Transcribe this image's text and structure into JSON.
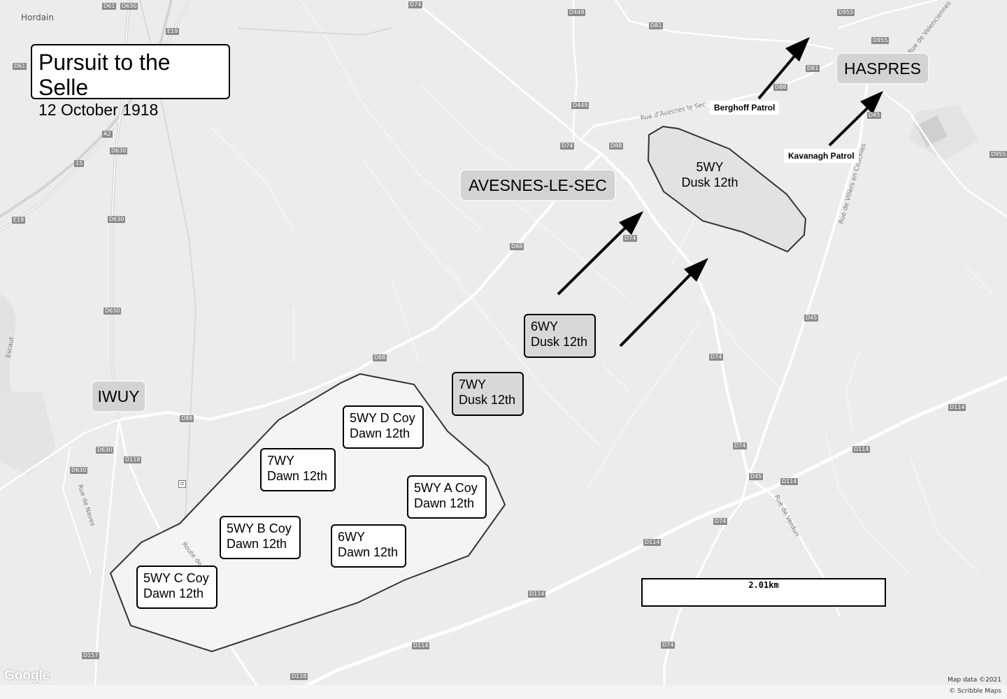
{
  "title": {
    "main": "Pursuit to the Selle",
    "date": "12 October 1918"
  },
  "places": {
    "iwuy": "IWUY",
    "avesnes": "AVESNES-LE-SEC",
    "haspres": "HASPRES"
  },
  "towns": {
    "hordain": "Hordain"
  },
  "units": {
    "u_5wy_d": [
      "5WY D Coy",
      "Dawn 12th"
    ],
    "u_7wy_dawn": [
      "7WY",
      "Dawn 12th"
    ],
    "u_5wy_a": [
      "5WY A Coy",
      "Dawn 12th"
    ],
    "u_5wy_b": [
      "5WY B Coy",
      "Dawn 12th"
    ],
    "u_6wy_dawn": [
      "6WY",
      "Dawn 12th"
    ],
    "u_5wy_c": [
      "5WY C Coy",
      "Dawn 12th"
    ],
    "u_7wy_dusk": [
      "7WY",
      "Dusk 12th"
    ],
    "u_6wy_dusk": [
      "6WY",
      "Dusk 12th"
    ],
    "u_5wy_dusk": [
      "5WY",
      "Dusk 12th"
    ]
  },
  "patrols": {
    "berghoff": "Berghoff Patrol",
    "kavanagh": "Kavanagh Patrol"
  },
  "scale_label": "2.01km",
  "road_names": {
    "avesnes_rue": "Rue d'Avesnes le Sec",
    "valenciennes": "Rue de Valenciennes",
    "villers": "Rue de Villers en Couchies",
    "naves": "Rue de Naves",
    "verdun": "Rue de Verdun",
    "route": "Route de",
    "escaut": "Escaut"
  },
  "road_badges": {
    "d61a": "D61",
    "d630a": "D630",
    "d74a": "D74",
    "d449a": "D449",
    "d955a": "D955",
    "e19a": "E19",
    "d81a": "D81",
    "d955b": "D955",
    "d61b": "D61",
    "d81b": "D81",
    "d88a": "D88",
    "d449b": "D449",
    "d45a": "D45",
    "a2": "A2",
    "d630b": "D630",
    "n15": "15",
    "d74b": "D74",
    "d88b": "D88",
    "d955c": "D955",
    "e19b": "E19",
    "d630c": "D630",
    "d74c": "D74",
    "d88c": "D88",
    "d630d": "D630",
    "d45b": "D45",
    "d88d": "D88",
    "d74d": "D74",
    "d88e": "D88",
    "d114a": "D114",
    "d630e": "D630",
    "d118a": "D118",
    "d74e": "D74",
    "d114b": "D114",
    "d630f": "D630",
    "d45c": "D45",
    "d114c": "D114",
    "d74f": "D74",
    "d114d": "D114",
    "d114e": "D114",
    "d114f": "D114",
    "d74g": "D74",
    "d157": "D157",
    "d118b": "D118"
  },
  "map_credit": {
    "data": "Map data ©2021",
    "scribble": "© Scribble Maps"
  },
  "google_logo": "Google"
}
